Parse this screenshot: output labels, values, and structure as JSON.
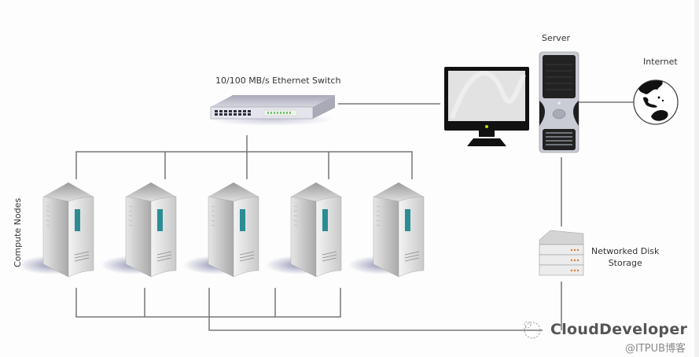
{
  "diagram": {
    "title": "Compute cluster network topology",
    "nodes": {
      "switch": {
        "label": "10/100 MB/s Ethernet Switch",
        "icon": "ethernet-switch-icon"
      },
      "monitor": {
        "label": "",
        "icon": "monitor-icon"
      },
      "server": {
        "label": "Server",
        "icon": "tower-server-icon"
      },
      "internet": {
        "label": "Internet",
        "icon": "globe-icon"
      },
      "storage": {
        "label_line1": "Networked Disk",
        "label_line2": "Storage",
        "icon": "disk-storage-icon"
      },
      "compute_group": {
        "label": "Compute Nodes",
        "count": 5,
        "icon": "compute-node-icon"
      }
    },
    "connections": [
      [
        "switch",
        "monitor"
      ],
      [
        "server",
        "internet"
      ],
      [
        "switch",
        "compute_nodes_top_bus"
      ],
      [
        "server",
        "storage"
      ],
      [
        "compute_nodes_bottom_bus",
        "storage"
      ]
    ],
    "colors": {
      "line": "#777777",
      "screen_accent": "#2b8d94",
      "storage_led": "#e07a2a",
      "switch_led": "#6fc36a",
      "monitor_led": "#b9e000"
    }
  },
  "watermark": {
    "brand": "CloudDeveloper",
    "source": "@ITPUB博客"
  }
}
